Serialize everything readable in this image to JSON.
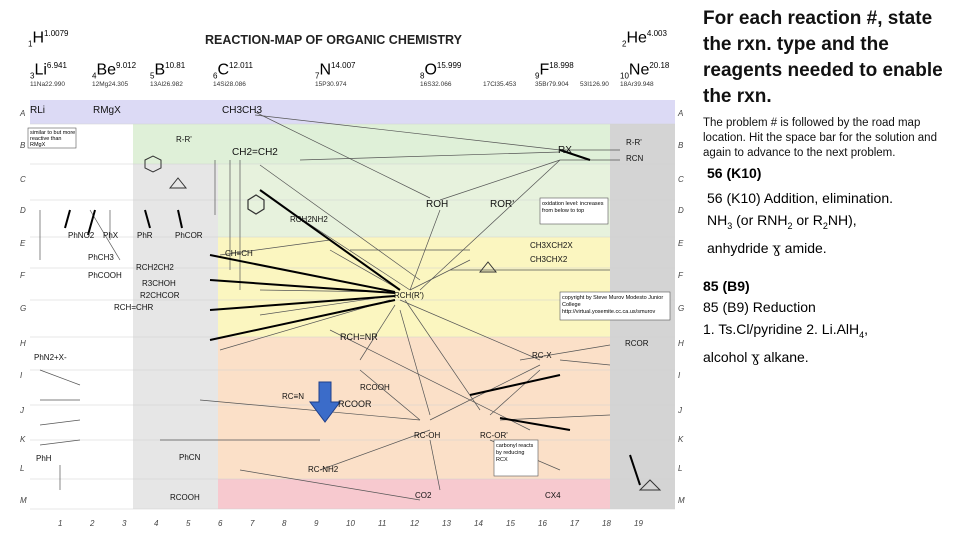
{
  "map": {
    "title": "REACTION-MAP OF ORGANIC CHEMISTRY",
    "row_labels": [
      "A",
      "B",
      "C",
      "D",
      "E",
      "F",
      "G",
      "H",
      "I",
      "J",
      "K",
      "L",
      "M"
    ],
    "col_labels": [
      "1",
      "2",
      "3",
      "4",
      "5",
      "6",
      "7",
      "8",
      "9",
      "10",
      "11",
      "12",
      "13",
      "14",
      "15",
      "16",
      "17",
      "18",
      "19"
    ],
    "elements_left": [
      {
        "html": "<sub>1</sub>H<sup>1.0079</sup>"
      },
      {
        "html": "<sub>3</sub>Li<sup>6.941</sup>"
      },
      {
        "html": "<sub>4</sub>Be<sup>9.012</sup>"
      },
      {
        "html": "<sub>5</sub>B<sup>10.81</sup>"
      },
      {
        "html": "<sub>6</sub>C<sup>12.011</sup>"
      },
      {
        "html": "<sub>7</sub>N<sup>14.007</sup>"
      },
      {
        "html": "<sub>8</sub>O<sup>15.999</sup>"
      },
      {
        "html": "<sub>9</sub>F<sup>18.998</sup>"
      },
      {
        "html": "<sub>10</sub>Ne<sup>20.18</sup>"
      },
      {
        "html": "<sub>2</sub>He<sup>4.003</sup>"
      }
    ],
    "elements_small": [
      "11Na22.990",
      "12Mg24.305",
      "13Al26.982",
      "14Si28.086",
      "15P30.974",
      "16S32.066",
      "17Cl35.453",
      "35Br79.904",
      "53I126.90",
      "18Ar39.948"
    ],
    "nodes": [
      "RLi",
      "RMgX",
      "CH3CH3",
      "CH2=CH2",
      "R-R'",
      "RX",
      "R-R'",
      "RCN",
      "ROH",
      "ROR'",
      "RCH2NH2",
      "CH≡CH",
      "CH3XCH2X",
      "CH3CHX2",
      "RCH(R')",
      "RCH=NR",
      "RCOR",
      "RC-X",
      "RCOOH",
      "RCOOR",
      "RC≡N",
      "RC-OH",
      "RC-OR'",
      "RC-NH2",
      "CO2",
      "CX4",
      "PhNO2",
      "PhX",
      "PhR",
      "PhCOR",
      "PhCH3",
      "PhCOOH",
      "PhN2+X-",
      "PhCN",
      "RCOOH",
      "PhH",
      "RCH2CH2",
      "R3CHOH",
      "R2CHCOR",
      "RCH=CHR"
    ],
    "side_notes": [
      "similar to but more reactive than RMgX",
      "oxidation level: increases from below to top",
      "copyright by Steve Murov Modesto Junior College http://virtual.yosemite.cc.ca.us/smurov",
      "carbonyl reacts by reducing RCX"
    ],
    "colors": {
      "top_band": "#dcdaf5",
      "row_green": "#dff0d8",
      "row_yellow": "#fbf6c0",
      "row_orange": "#fbe0c8",
      "row_pink": "#f7c9cf",
      "left_gray": "#e6e6e6",
      "right_gray": "#d4d4d4"
    }
  },
  "panel": {
    "question": "For each reaction #, state the rxn. type and the reagents needed to enable the rxn.",
    "note": "The problem # is followed by the road map location.  Hit the space bar for the solution and again to advance to the next problem.",
    "p1": {
      "heading": "56  (K10)",
      "answer_prefix": "56 (K10)   Addition, elimination.",
      "nh3": "NH",
      "nh3_sub": "3",
      "or_rnh": " (or RNH",
      "rnh_sub": "2",
      "or_r": " or R",
      "r_sub": "2",
      "nh_end": "NH),",
      "anhydride": "anhydride ",
      "arrow": "ɣ",
      "amide": " amide."
    },
    "p2": {
      "heading": "85  (B9)",
      "line1": "85 (B9)  Reduction",
      "line2a": "1.  Ts.Cl/pyridine  2. Li.AlH",
      "line2_sub": "4",
      "line2b": ",",
      "line3a": "alcohol ",
      "arrow": "ɣ",
      "line3b": " alkane."
    }
  }
}
